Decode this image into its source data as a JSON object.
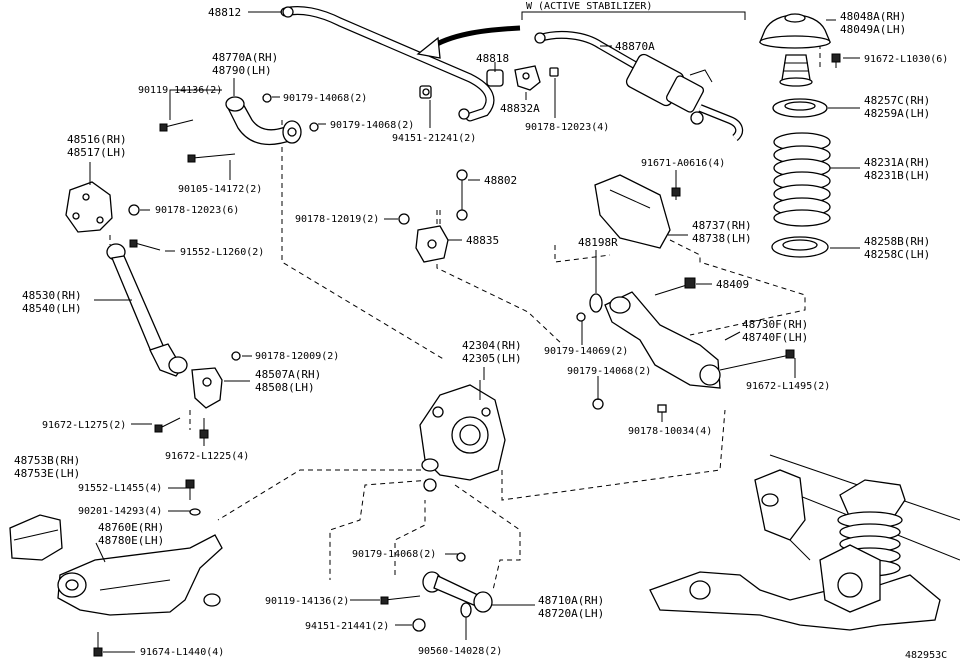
{
  "header": {
    "variant_note": "W (ACTIVE STABILIZER)"
  },
  "footer": {
    "illustration_code": "482953C"
  },
  "labels": {
    "p48812": "48812",
    "p48870A": "48870A",
    "p48818": "48818",
    "p48832A": "48832A",
    "p90178_12023_4": "90178-12023(4)",
    "p94151_21241_2": "94151-21241(2)",
    "p48770A": "48770A(RH)",
    "p48790": "48790(LH)",
    "p90119_14136_2a": "90119-14136(2)",
    "p90179_14068_2a": "90179-14068(2)",
    "p90179_14068_2b": "90179-14068(2)",
    "p48516": "48516(RH)",
    "p48517": "48517(LH)",
    "p90105_14172_2": "90105-14172(2)",
    "p90178_12023_6": "90178-12023(6)",
    "p91552_L1260_2": "91552-L1260(2)",
    "p48530": "48530(RH)",
    "p48540": "48540(LH)",
    "p48802": "48802",
    "p90178_12019_2": "90178-12019(2)",
    "p48835": "48835",
    "p90178_12009_2": "90178-12009(2)",
    "p48507A": "48507A(RH)",
    "p48508": "48508(LH)",
    "p91672_L1275_2": "91672-L1275(2)",
    "p91672_L1225_4": "91672-L1225(4)",
    "p42304": "42304(RH)",
    "p42305": "42305(LH)",
    "p48048A": "48048A(RH)",
    "p48049A": "48049A(LH)",
    "p91672_L1030_6": "91672-L1030(6)",
    "p48257C": "48257C(RH)",
    "p48259A": "48259A(LH)",
    "p48231A": "48231A(RH)",
    "p48231B": "48231B(LH)",
    "p48258B": "48258B(RH)",
    "p48258C": "48258C(LH)",
    "p91671_A0616_4": "91671-A0616(4)",
    "p48737": "48737(RH)",
    "p48738": "48738(LH)",
    "p48198R": "48198R",
    "p48409": "48409",
    "p48730F": "48730F(RH)",
    "p48740F": "48740F(LH)",
    "p90179_14069_2": "90179-14069(2)",
    "p90179_14068_2c": "90179-14068(2)",
    "p91672_L1495_2": "91672-L1495(2)",
    "p90178_10034_4": "90178-10034(4)",
    "p48753B": "48753B(RH)",
    "p48753E": "48753E(LH)",
    "p91552_L1455_4": "91552-L1455(4)",
    "p90201_14293_4": "90201-14293(4)",
    "p48760E": "48760E(RH)",
    "p48780E": "48780E(LH)",
    "p90179_14068_2d": "90179-14068(2)",
    "p90119_14136_2b": "90119-14136(2)",
    "p94151_21441_2": "94151-21441(2)",
    "p90560_14028_2": "90560-14028(2)",
    "p48710A": "48710A(RH)",
    "p48720A": "48720A(LH)",
    "p91674_L1440_4": "91674-L1440(4)"
  }
}
